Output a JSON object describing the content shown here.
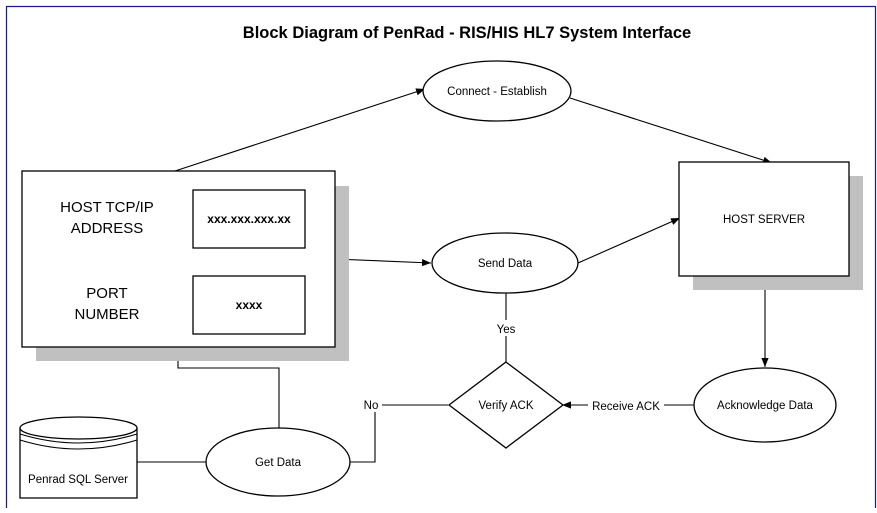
{
  "title": "Block Diagram of PenRad - RIS/HIS HL7 System Interface",
  "left_box": {
    "host_label_line1": "HOST TCP/IP",
    "host_label_line2": "ADDRESS",
    "host_value": "xxx.xxx.xxx.xx",
    "port_label_line1": "PORT",
    "port_label_line2": "NUMBER",
    "port_value": "xxxx"
  },
  "nodes": {
    "connect": "Connect - Establish",
    "send": "Send Data",
    "host_server": "HOST SERVER",
    "acknowledge": "Acknowledge Data",
    "verify": "Verify ACK",
    "get_data": "Get Data",
    "sql_server": "Penrad SQL Server"
  },
  "edge_labels": {
    "yes": "Yes",
    "no": "No",
    "receive_ack": "Receive ACK"
  },
  "colors": {
    "border_blue": "#1a1a8c",
    "shadow": "#c0c0c0"
  }
}
